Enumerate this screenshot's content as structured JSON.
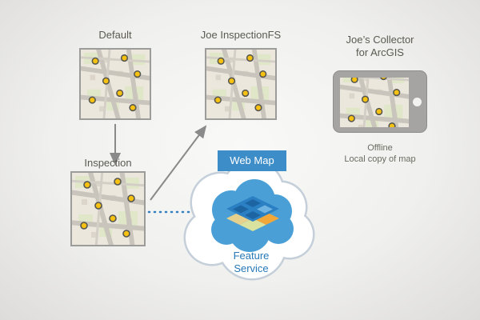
{
  "nodes": {
    "default_map": {
      "label": "Default"
    },
    "joe_inspectionfs_map": {
      "label": "Joe InspectionFS"
    },
    "inspection_map": {
      "label": "Inspection"
    },
    "collector": {
      "title_line1": "Joe’s Collector",
      "title_line2": "for ArcGIS",
      "caption_line1": "Offline",
      "caption_line2": "Local copy of map"
    },
    "web_map": {
      "label": "Web Map"
    },
    "feature_service": {
      "label_line1": "Feature",
      "label_line2": "Service"
    }
  },
  "colors": {
    "web_map_badge": "#3d8dc8",
    "cloud_blue": "#4aa0d6",
    "cloud_outline": "#c4cfda",
    "feature_service_text": "#2679b8",
    "arrow_gray": "#8a8a8a",
    "dotted_connector_blue": "#2f7fc0",
    "map_border": "#9c9c9a",
    "marker_yellow": "#f6c111"
  }
}
